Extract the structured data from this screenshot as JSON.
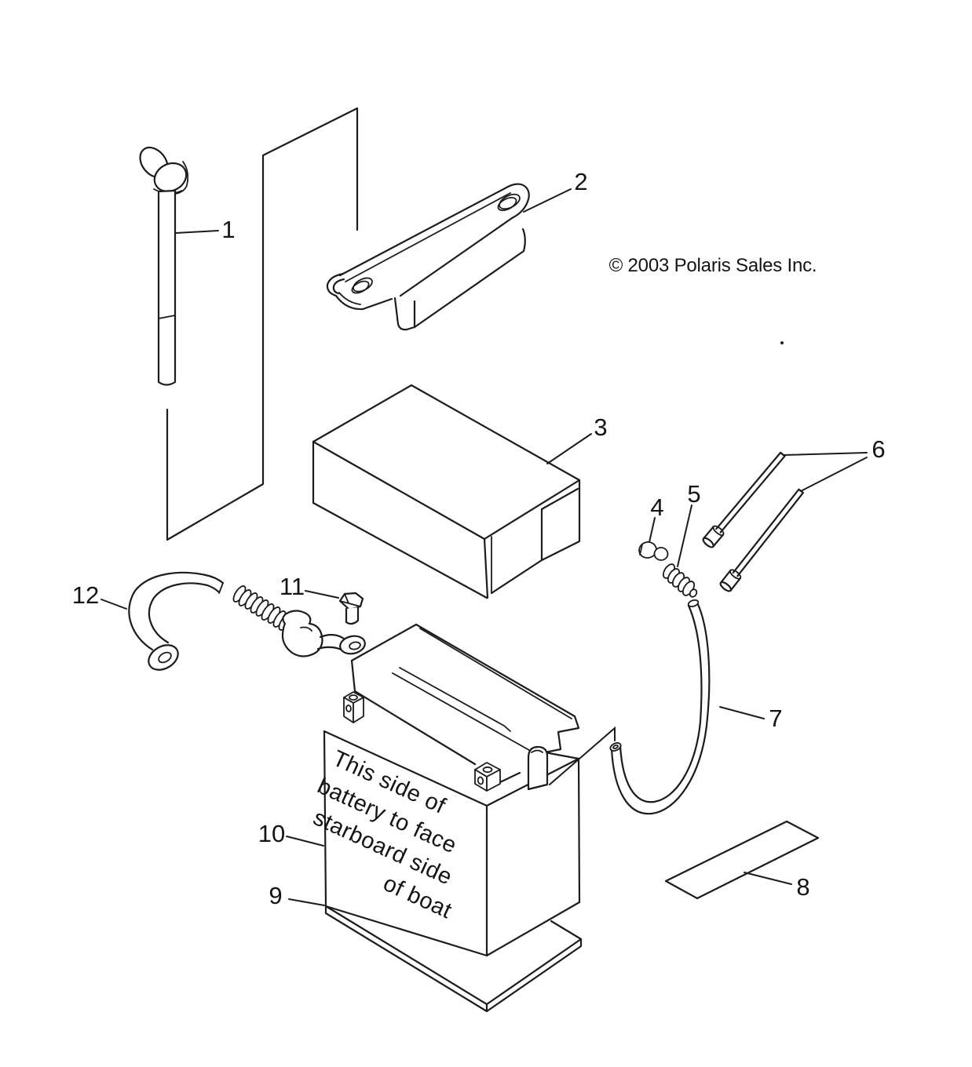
{
  "diagram": {
    "copyright": "© 2003 Polaris Sales Inc.",
    "battery_label": {
      "line1": "This side of",
      "line2": "battery to face",
      "line3": "starboard side",
      "line4": "of boat"
    },
    "callouts": {
      "c1": "1",
      "c2": "2",
      "c3": "3",
      "c4": "4",
      "c5": "5",
      "c6": "6",
      "c7": "7",
      "c8": "8",
      "c9": "9",
      "c10": "10",
      "c11": "11",
      "c12": "12"
    }
  }
}
